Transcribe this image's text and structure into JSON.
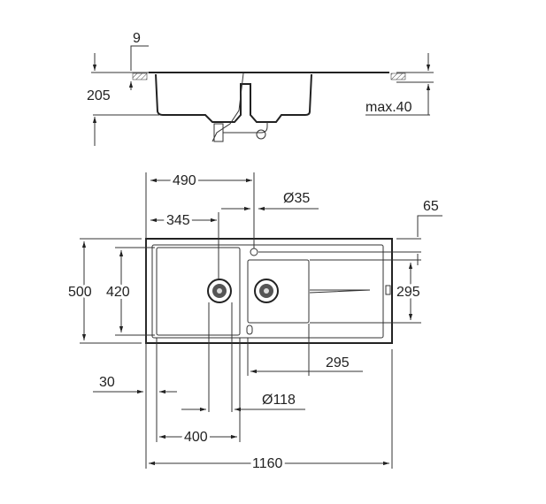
{
  "side_view": {
    "dim_rim": "9",
    "dim_depth": "205",
    "dim_counter": "max.40"
  },
  "top_view": {
    "dim_tap_offset": "490",
    "dim_left_drain": "345",
    "dim_tap_hole": "Ø35",
    "dim_edge": "65",
    "dim_width": "500",
    "dim_left_bowl_depth": "420",
    "dim_right_bowl_depth": "295",
    "dim_right_bowl_width": "295",
    "dim_border": "30",
    "dim_drain": "Ø118",
    "dim_left_bowl_width": "400",
    "dim_total_length": "1160"
  }
}
